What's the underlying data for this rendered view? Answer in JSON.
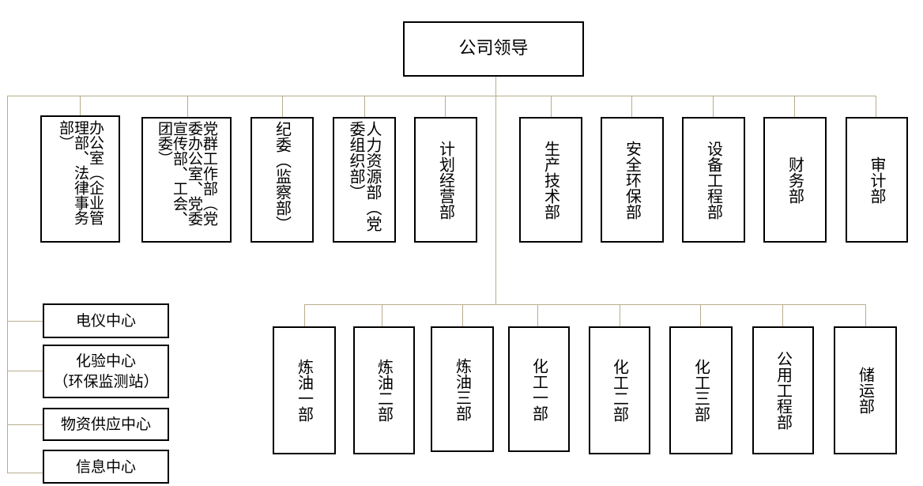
{
  "root": {
    "label": "公司领导"
  },
  "departments": [
    {
      "id": "office",
      "label": "办公室（企业管理部、法律事务部）"
    },
    {
      "id": "party-work",
      "label": "党群工作部（党委办公室、党委宣传部、工会、团委）"
    },
    {
      "id": "discipline",
      "label": "纪委（监察部）"
    },
    {
      "id": "hr",
      "label": "人力资源部（党委组织部）"
    },
    {
      "id": "planning",
      "label": "计划经营部"
    },
    {
      "id": "production",
      "label": "生产技术部"
    },
    {
      "id": "safety",
      "label": "安全环保部"
    },
    {
      "id": "equipment",
      "label": "设备工程部"
    },
    {
      "id": "finance",
      "label": "财务部"
    },
    {
      "id": "audit",
      "label": "审计部"
    }
  ],
  "centers": [
    {
      "id": "electrical",
      "label": "电仪中心"
    },
    {
      "id": "lab",
      "label": "化验中心\n（环保监测站）"
    },
    {
      "id": "supply",
      "label": "物资供应中心"
    },
    {
      "id": "info",
      "label": "信息中心"
    }
  ],
  "units": [
    {
      "id": "refinery-1",
      "label": "炼油一部"
    },
    {
      "id": "refinery-2",
      "label": "炼油二部"
    },
    {
      "id": "refinery-3",
      "label": "炼油三部"
    },
    {
      "id": "chem-1",
      "label": "化工一部"
    },
    {
      "id": "chem-2",
      "label": "化工二部"
    },
    {
      "id": "chem-3",
      "label": "化工三部"
    },
    {
      "id": "utilities",
      "label": "公用工程部"
    },
    {
      "id": "storage",
      "label": "储运部"
    }
  ],
  "colors": {
    "connector": "#b7ad8c",
    "border": "#000000"
  }
}
